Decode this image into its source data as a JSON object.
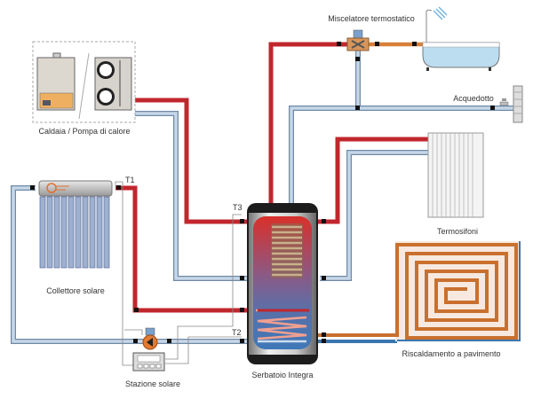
{
  "labels": {
    "boiler": "Caldaia / Pompa di calore",
    "collector": "Collettore solare",
    "station": "Stazione solare",
    "tank": "Serbatoio Integra",
    "mixer": "Miscelatore termostatico",
    "mains": "Acquedotto",
    "radiators": "Termosifoni",
    "floor": "Riscaldamento a pavimento",
    "t1": "T1",
    "t2": "T2",
    "t3": "T3"
  },
  "colors": {
    "hot": "#c0272d",
    "cold": "#a9c3dc",
    "mixed": "#d8803a",
    "floor_return": "#3a77b0",
    "tank_hot": "#d9302a",
    "tank_cold": "#3f78b8"
  }
}
